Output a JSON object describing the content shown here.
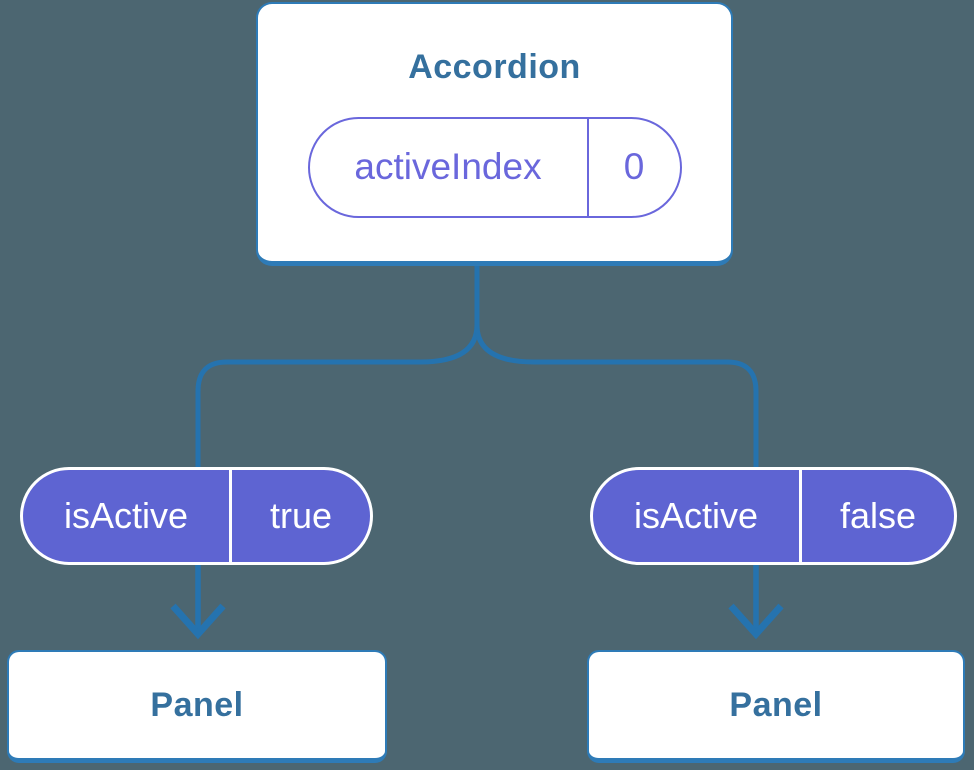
{
  "tree": {
    "root": {
      "title": "Accordion",
      "state": {
        "name": "activeIndex",
        "value": "0"
      }
    },
    "children": [
      {
        "prop_name": "isActive",
        "prop_value": "true",
        "node_label": "Panel"
      },
      {
        "prop_name": "isActive",
        "prop_value": "false",
        "node_label": "Panel"
      }
    ]
  },
  "colors": {
    "background": "#4C6671",
    "connector_blue": "#2573AF",
    "box_border_blue": "#2E7BB7",
    "heading_blue": "#35709E",
    "pill_purple_fill": "#5E64D2",
    "pill_purple_outline": "#6A67DC",
    "pill_text_on_fill": "#FFFFFF"
  }
}
